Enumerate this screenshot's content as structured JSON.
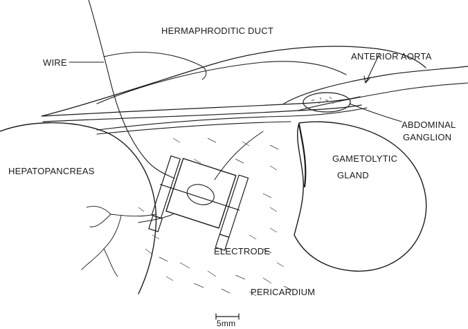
{
  "labels": {
    "hermaphroditic_duct": "HERMAPHRODITIC DUCT",
    "anterior_aorta": "ANTERIOR AORTA",
    "wire": "WIRE",
    "abdominal": "ABDOMINAL",
    "ganglion": "GANGLION",
    "gametolytic": "GAMETOLYTIC",
    "gland": "GLAND",
    "hepatopancreas": "HEPATOPANCREAS",
    "electrode": "ELECTRODE",
    "pericardium": "PERICARDIUM"
  },
  "scale_bar": {
    "label": "5mm"
  }
}
